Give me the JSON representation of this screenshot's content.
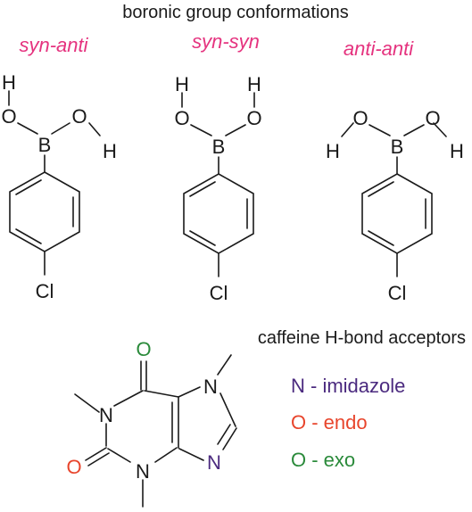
{
  "header": {
    "title": "boronic group conformations"
  },
  "conformations": [
    {
      "label": "syn-anti"
    },
    {
      "label": "syn-syn"
    },
    {
      "label": "anti-anti"
    }
  ],
  "atoms": {
    "hydrogen": "H",
    "oxygen": "O",
    "boron": "B",
    "chlorine": "Cl",
    "nitrogen": "N"
  },
  "caffeine": {
    "title": "caffeine H-bond acceptors",
    "legend": [
      {
        "text": "N - imidazole",
        "color": "#4b2a7f"
      },
      {
        "text": "O - endo",
        "color": "#e8452c"
      },
      {
        "text": "O - exo",
        "color": "#2a8a3a"
      }
    ]
  },
  "colors": {
    "conformation_label": "#e5337f",
    "bond": "#1a1a1a"
  }
}
